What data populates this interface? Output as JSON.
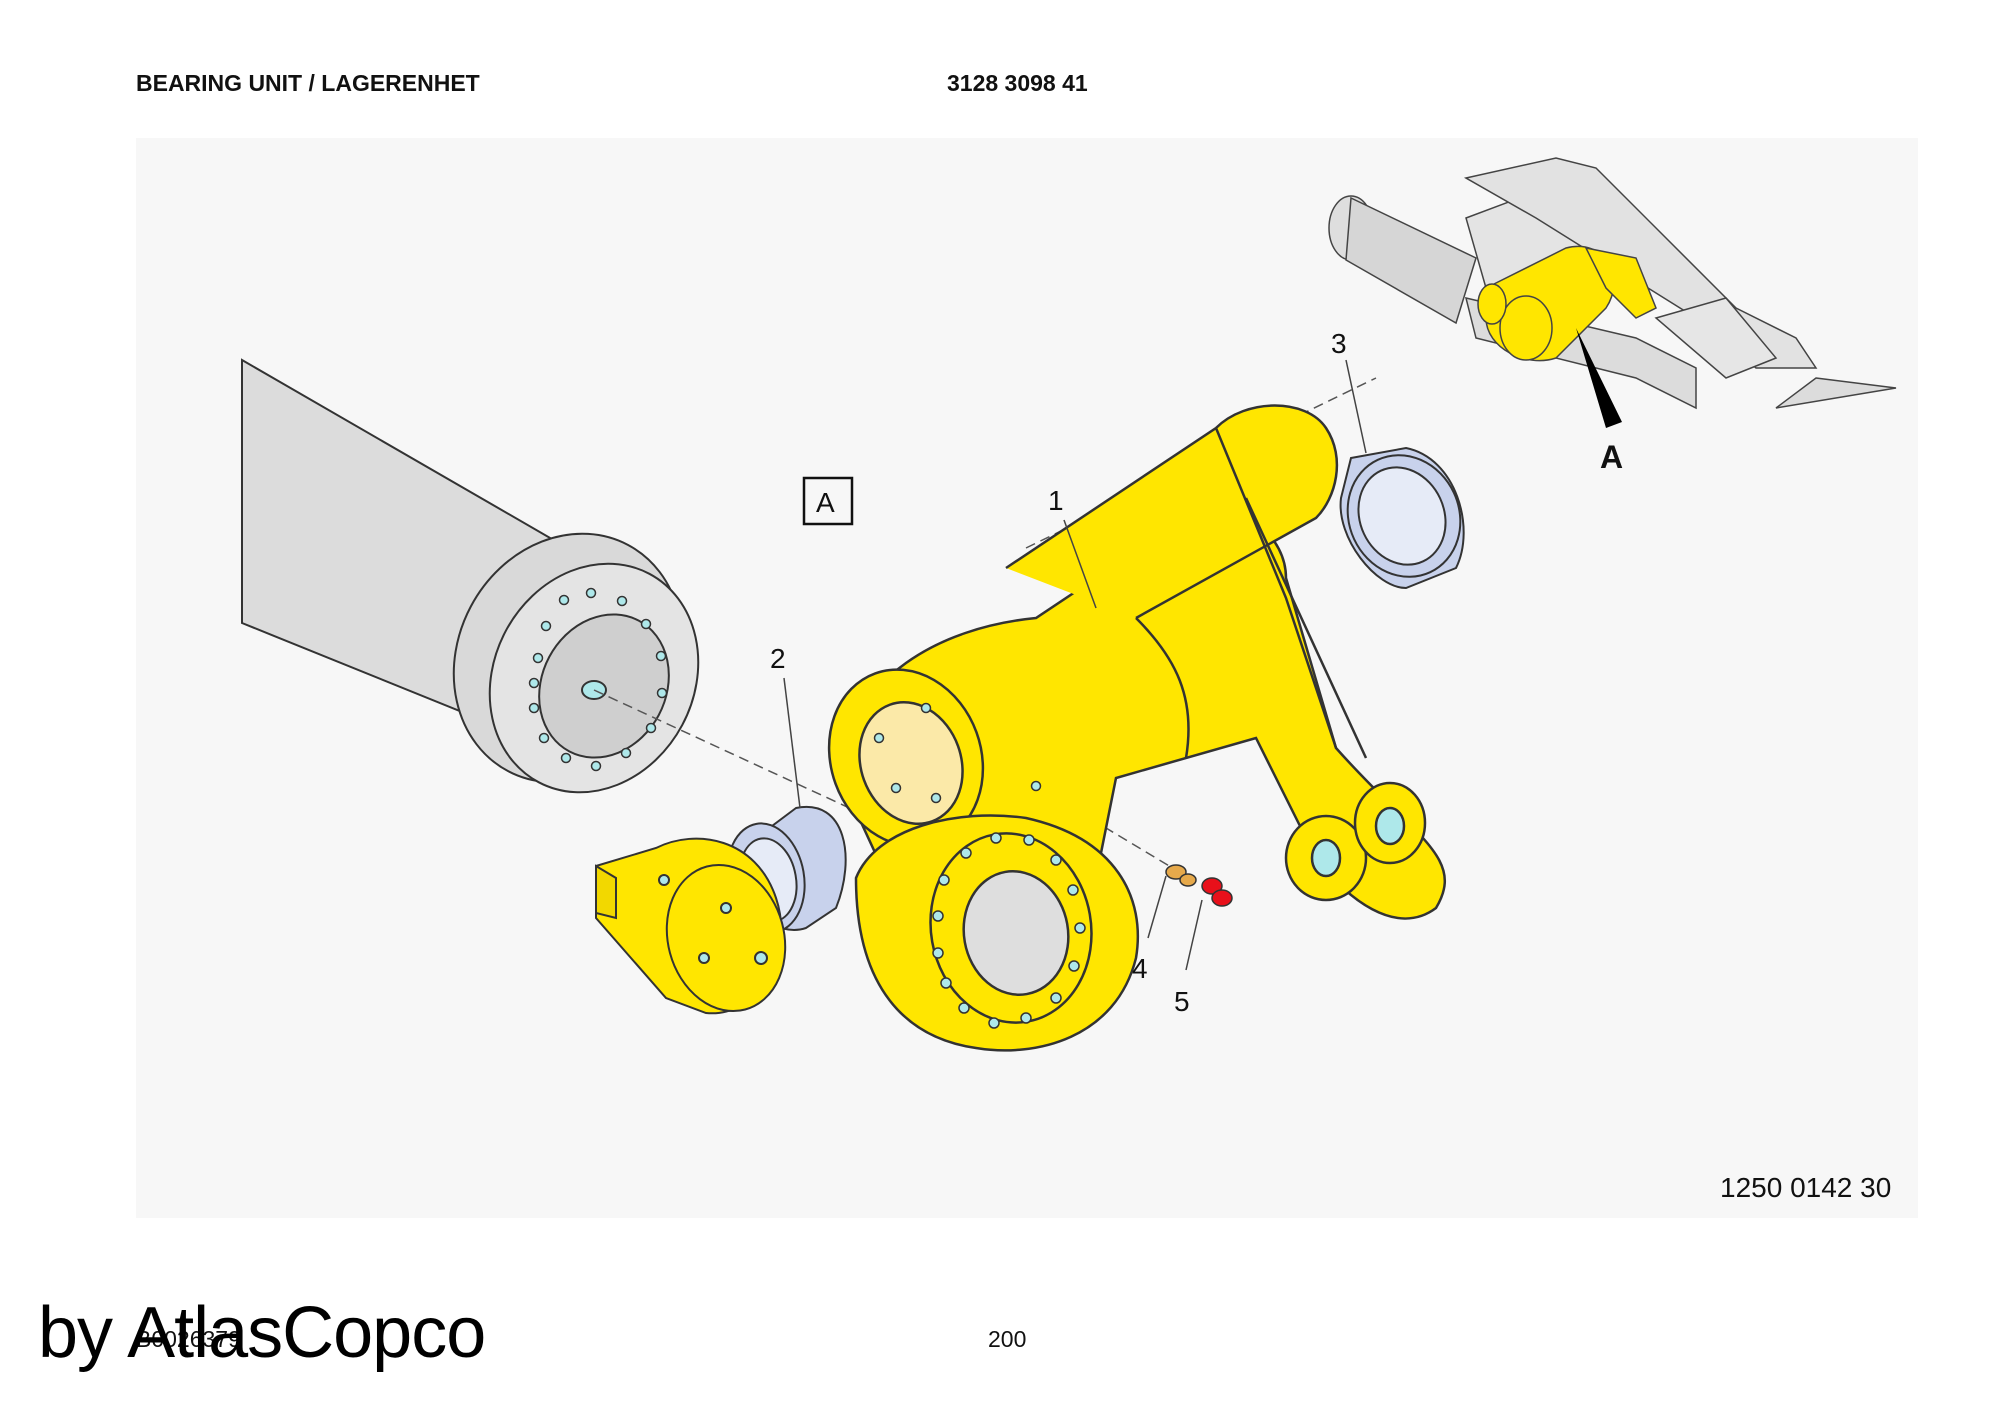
{
  "header": {
    "title": "BEARING UNIT / LAGERENHET",
    "part_number": "3128 3098 41"
  },
  "drawing": {
    "view_label": "A",
    "location_marker": "A",
    "callouts": [
      "1",
      "2",
      "3",
      "4",
      "5"
    ],
    "colors": {
      "part_yellow": "#ffe600",
      "bushing_blue": "#c8d2ec",
      "cylinder_gray": "#dedede",
      "plug_red": "#e8101a",
      "nipple_orange": "#e6a94b"
    }
  },
  "footer": {
    "reference_number": "1250 0142 30",
    "page_number": "200",
    "doc_code": "B0026379",
    "watermark": "by AtlasCopco"
  }
}
